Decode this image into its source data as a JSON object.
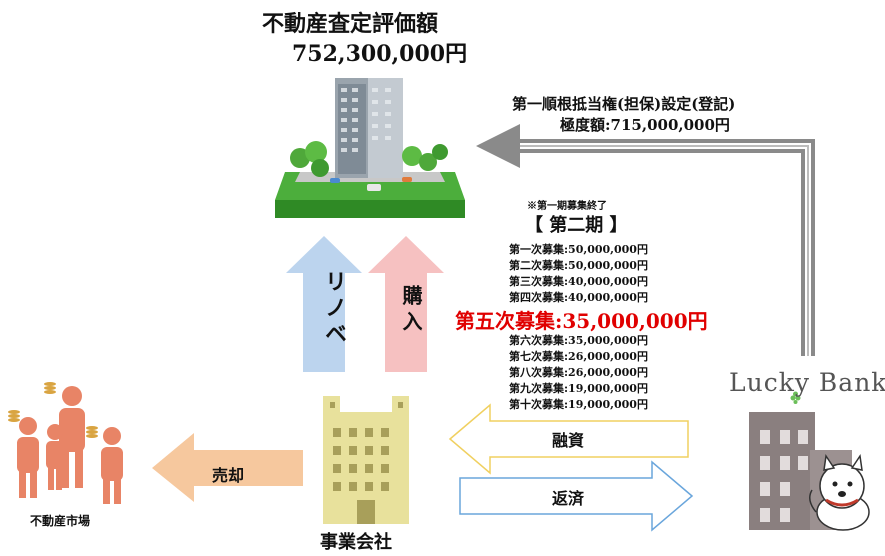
{
  "header": {
    "title": "不動産査定評価額",
    "valuation": "752,300,000円"
  },
  "lien": {
    "title": "第一順根抵当権(担保)設定(登記)",
    "max_amount": "極度額:715,000,000円"
  },
  "funding": {
    "phase1_note": "※第一期募集終了",
    "phase2_title": "【 第二期 】",
    "rounds": [
      {
        "label": "第一次募集:50,000,000円",
        "highlight": false
      },
      {
        "label": "第二次募集:50,000,000円",
        "highlight": false
      },
      {
        "label": "第三次募集:40,000,000円",
        "highlight": false
      },
      {
        "label": "第四次募集:40,000,000円",
        "highlight": false
      },
      {
        "label": "第五次募集:35,000,000円",
        "highlight": true
      },
      {
        "label": "第六次募集:35,000,000円",
        "highlight": false
      },
      {
        "label": "第七次募集:26,000,000円",
        "highlight": false
      },
      {
        "label": "第八次募集:26,000,000円",
        "highlight": false
      },
      {
        "label": "第九次募集:19,000,000円",
        "highlight": false
      },
      {
        "label": "第十次募集:19,000,000円",
        "highlight": false
      }
    ]
  },
  "flows": {
    "renovate": "リノベ",
    "purchase": "購入",
    "sale": "売却",
    "loan": "融資",
    "repay": "返済"
  },
  "nodes": {
    "market": "不動産市場",
    "company": "事業会社",
    "lender_logo": "Lucky Bank"
  },
  "colors": {
    "renovate_arrow": "#bcd4ee",
    "purchase_arrow": "#f6c1c1",
    "sale_arrow": "#f6c89e",
    "loan_arrow_border": "#f0d060",
    "repay_arrow_border": "#6aa6dc",
    "highlight_text": "#e00000",
    "people": "#e88466",
    "company_building": "#e8e19c",
    "bank_building": "#8a7f7f"
  }
}
